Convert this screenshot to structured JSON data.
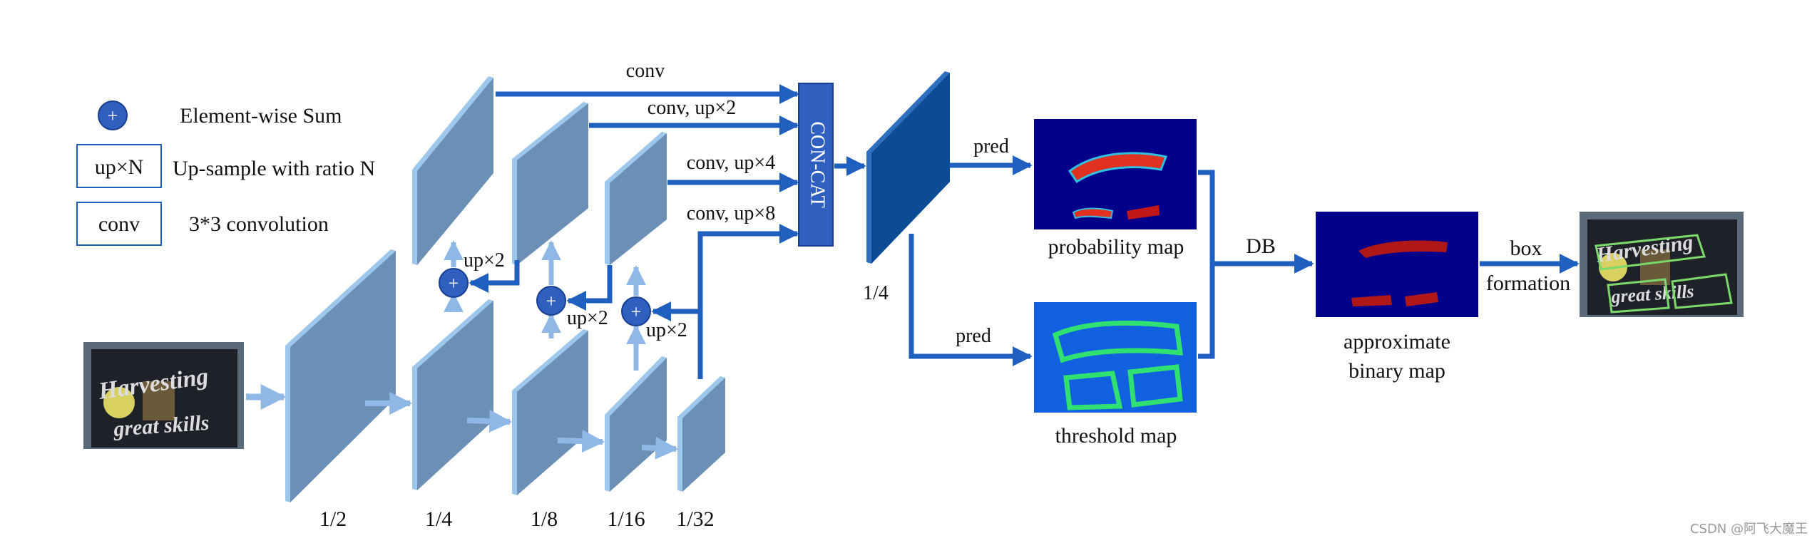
{
  "legend": {
    "sum_symbol": "+",
    "sum_label": "Element-wise Sum",
    "upsample_box": "up×N",
    "upsample_label": "Up-sample with ratio N",
    "conv_box": "conv",
    "conv_label": "3*3 convolution"
  },
  "scales": {
    "s2": "1/2",
    "s4": "1/4",
    "s8": "1/8",
    "s16": "1/16",
    "s32": "1/32",
    "concat_out": "1/4"
  },
  "ops": {
    "conv": "conv",
    "conv_up2": "conv, up×2",
    "conv_up4": "conv, up×4",
    "conv_up8": "conv, up×8",
    "up2_a": "up×2",
    "up2_b": "up×2",
    "up2_c": "up×2",
    "concat": "CON-CAT",
    "pred_top": "pred",
    "pred_bottom": "pred",
    "db": "DB",
    "box_line1": "box",
    "box_line2": "formation"
  },
  "maps": {
    "probability": "probability map",
    "threshold": "threshold map",
    "approx_line1": "approximate",
    "approx_line2": "binary map"
  },
  "input_image": {
    "line1": "Harvesting",
    "line2": "great skills"
  },
  "output_image": {
    "line1": "Harvesting",
    "line2": "great skills"
  },
  "watermark": "CSDN @阿飞大魔王",
  "colors": {
    "arrow_dark": "#1f5fbf",
    "arrow_light": "#8fb8e6",
    "feature_face": "#6b8fb5",
    "feature_side": "#9ec7ec",
    "concat_box": "#2f5fbf",
    "concat_out": "#0c4c94",
    "sum_node": "#2f5fbf",
    "map_bg": "#00008b",
    "threshold_bg": "#1060e0"
  }
}
